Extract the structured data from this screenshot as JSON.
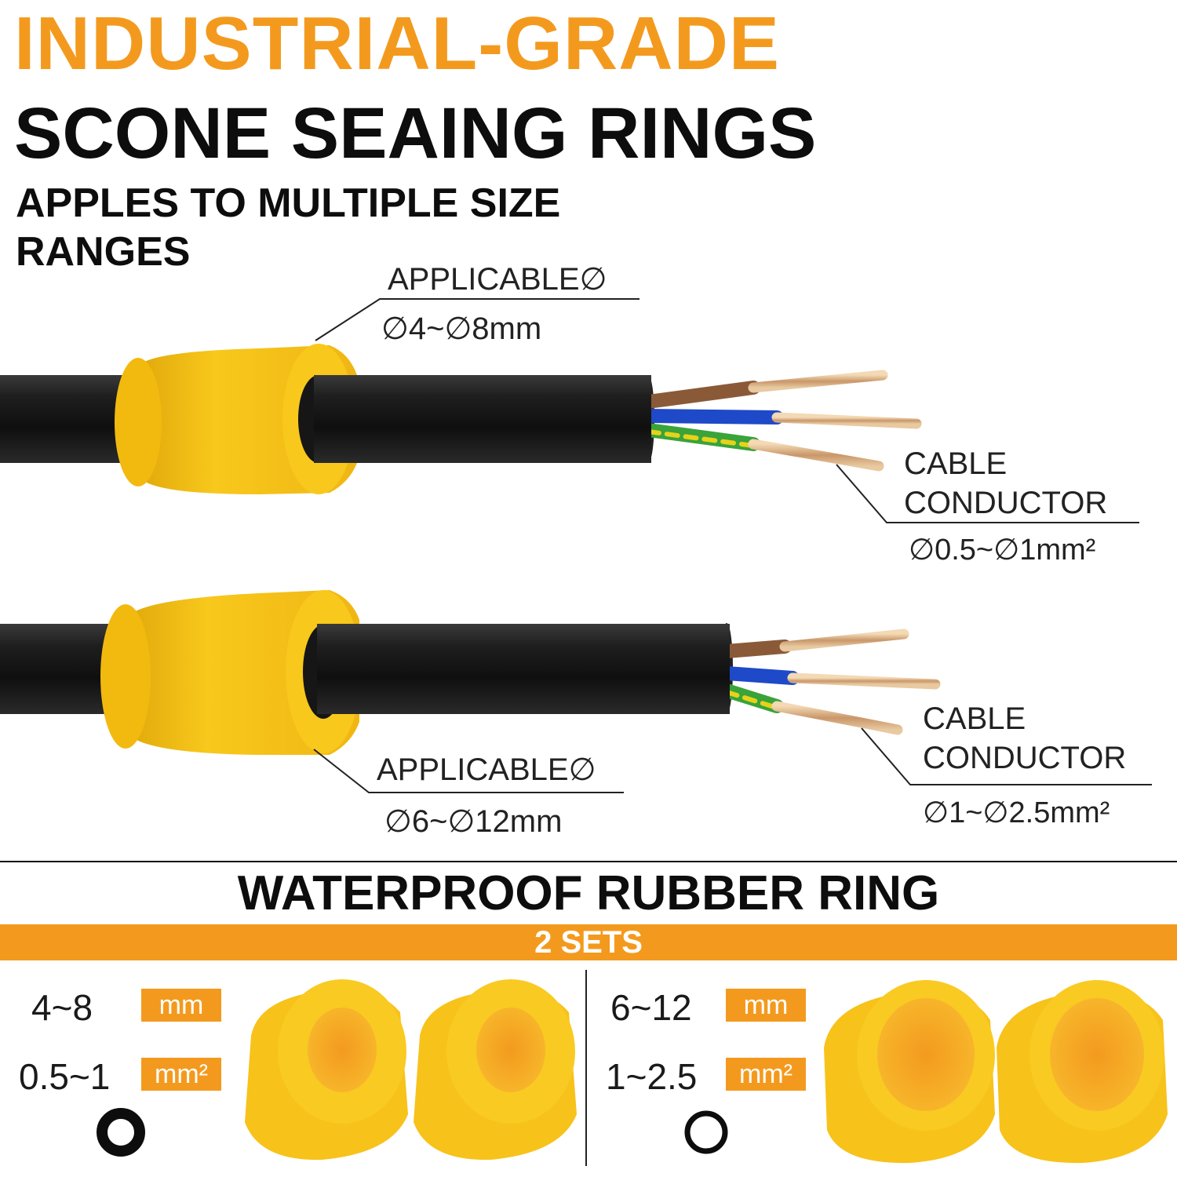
{
  "headline": {
    "line1": "INDUSTRIAL-GRADE",
    "line2": "SCONE SEAING RINGS",
    "line3": "APPLES TO MULTIPLE SIZE RANGES"
  },
  "upper_cable": {
    "ring_label": "APPLICABLE∅",
    "ring_range": "∅4~∅8mm",
    "conductor_label_1": "CABLE",
    "conductor_label_2": "CONDUCTOR",
    "conductor_range": "∅0.5~∅1mm²"
  },
  "lower_cable": {
    "ring_label": "APPLICABLE∅",
    "ring_range": "∅6~∅12mm",
    "conductor_label_1": "CABLE",
    "conductor_label_2": "CONDUCTOR",
    "conductor_range": "∅1~∅2.5mm²"
  },
  "section_title": "WATERPROOF RUBBER RING",
  "band_text": "2 SETS",
  "sets": [
    {
      "size": "4~8",
      "size_unit": "mm",
      "wire": "0.5~1",
      "wire_unit": "mm²"
    },
    {
      "size": "6~12",
      "size_unit": "mm",
      "wire": "1~2.5",
      "wire_unit": "mm²"
    }
  ],
  "colors": {
    "accent": "#f39a1e",
    "ring_yellow": "#f7c21a",
    "cable_black": "#151515"
  },
  "icons": [
    "small-ring-icon",
    "large-ring-icon"
  ]
}
